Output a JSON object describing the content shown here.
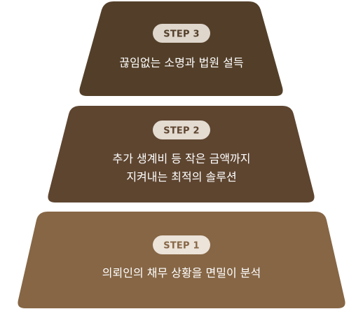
{
  "steps": [
    {
      "label": "STEP 3",
      "lines": [
        "끊임없는 소명과 법원 설득"
      ],
      "color": "#533f29",
      "badge_color": "#dfd6cc",
      "badge_text_color": "#533f29"
    },
    {
      "label": "STEP 2",
      "lines": [
        "추가 생계비 등 작은 금액까지",
        "지켜내는 최적의 솔루션"
      ],
      "color": "#5e4530",
      "badge_color": "#e4dbd1",
      "badge_text_color": "#5e4530"
    },
    {
      "label": "STEP 1",
      "lines": [
        "의뢰인의 채무 상황을 면밀이 분석"
      ],
      "color": "#866645",
      "badge_color": "#ece3d9",
      "badge_text_color": "#866645"
    }
  ]
}
